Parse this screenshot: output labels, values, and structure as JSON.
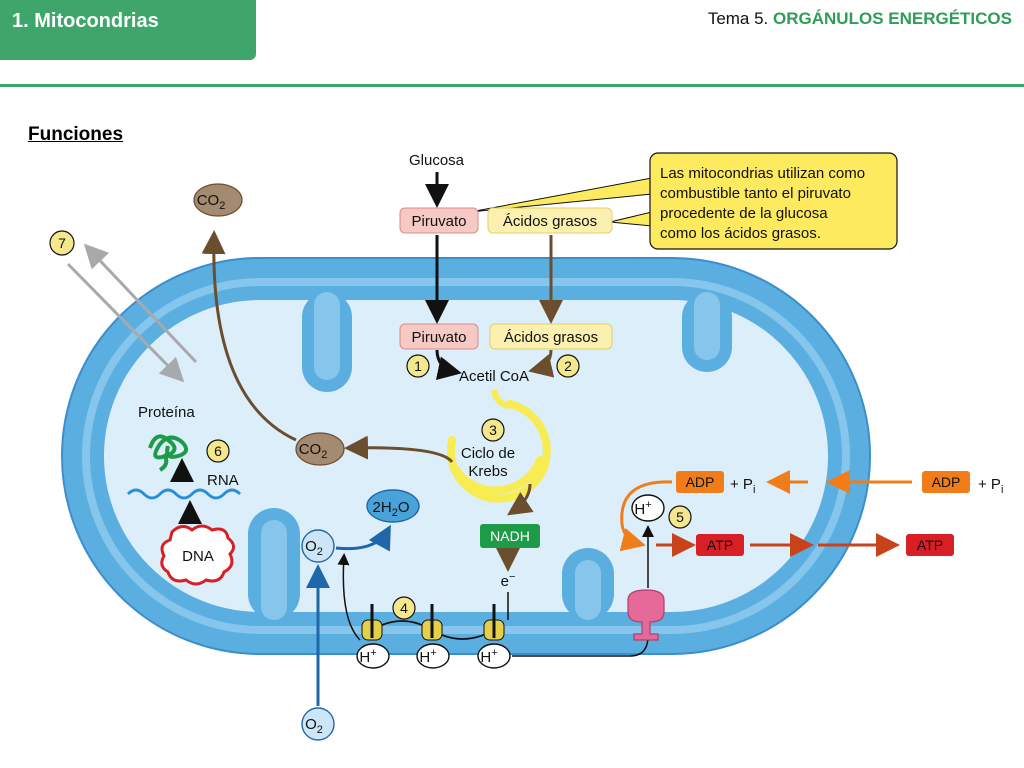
{
  "header": {
    "section_title": "1. Mitocondrias",
    "tema_prefix": "Tema 5.",
    "tema_title": "ORGÁNULOS ENERGÉTICOS",
    "accent_color": "#3fa66b"
  },
  "diagram": {
    "title": "Funciones",
    "callout": [
      "Las mitocondrias utilizan como",
      "combustible tanto el piruvato",
      "procedente de la glucosa",
      "como los ácidos grasos."
    ],
    "glucosa": "Glucosa",
    "piruvato": "Piruvato",
    "acidos_grasos": "Ácidos grasos",
    "acetil_coa": "Acetil CoA",
    "ciclo_krebs": [
      "Ciclo de",
      "Krebs"
    ],
    "nadh": "NADH",
    "electron": "e",
    "electron_sup": "−",
    "co2": "CO",
    "co2_sub": "2",
    "o2": "O",
    "o2_sub": "2",
    "water": [
      "2H",
      "2",
      "O"
    ],
    "h_plus": "H",
    "h_plus_sup": "+",
    "adp": "ADP",
    "atp": "ATP",
    "pi": "+ P",
    "pi_sub": "i",
    "proteina": "Proteína",
    "rna": "RNA",
    "dna": "DNA",
    "steps": [
      "1",
      "2",
      "3",
      "4",
      "5",
      "6",
      "7"
    ],
    "colors": {
      "membrane": "#5aafe0",
      "matrix": "#dceefa",
      "piruvato_box": "#f7c9c4",
      "acidos_box": "#fbf0b0",
      "callout_bg": "#fdea5e",
      "step_badge": "#f5e88c",
      "nadh_box": "#1d9b48",
      "atp_box": "#d81f26",
      "adp_box": "#f07d1a",
      "co2_oval": "#a38a70",
      "o2_oval": "#cde6f7",
      "water_oval": "#4aa3d8",
      "brown_arrow": "#6b4e2e",
      "krebs_ring": "#f7ec52"
    }
  }
}
